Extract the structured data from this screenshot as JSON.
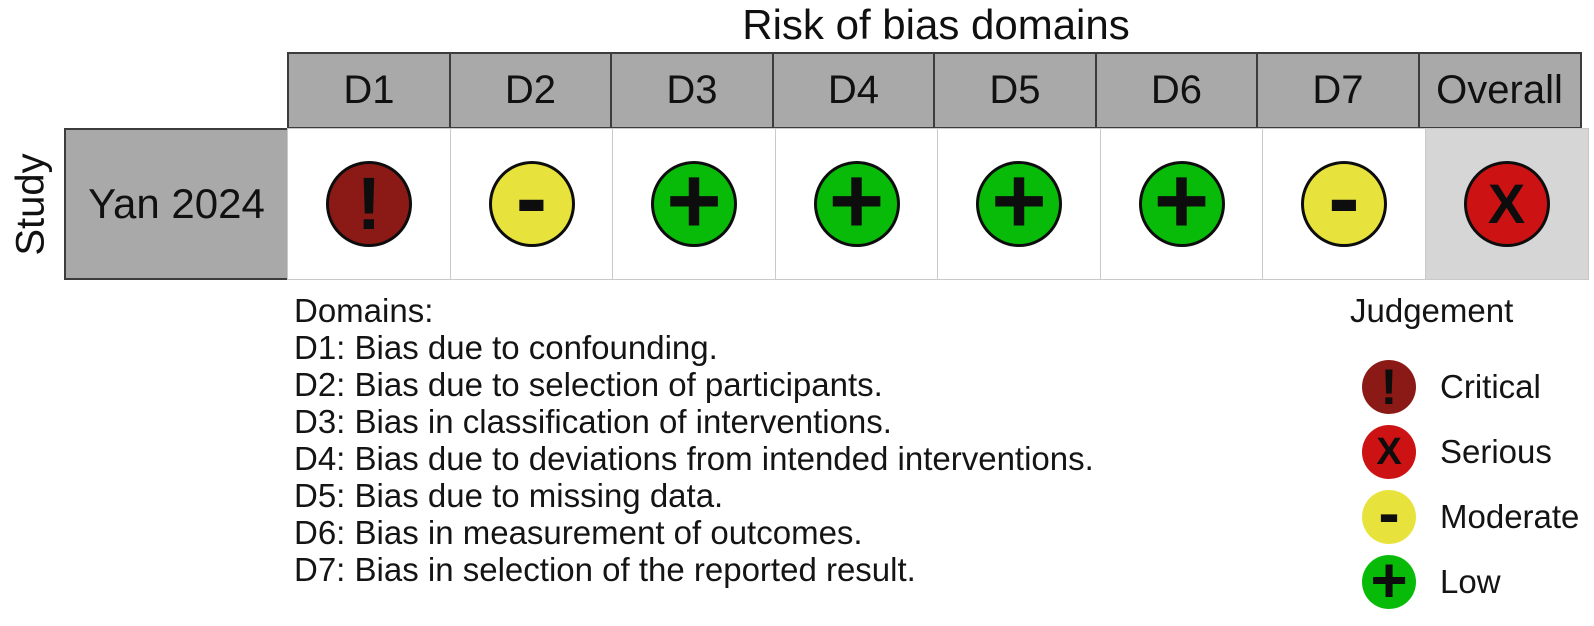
{
  "chart_data": {
    "type": "table",
    "title": "Risk of bias domains",
    "row_axis_label": "Study",
    "columns": [
      "D1",
      "D2",
      "D3",
      "D4",
      "D5",
      "D6",
      "D7",
      "Overall"
    ],
    "rows": [
      {
        "study": "Yan 2024",
        "judgements": [
          {
            "domain": "D1",
            "judgement": "Critical",
            "symbol": "!"
          },
          {
            "domain": "D2",
            "judgement": "Moderate",
            "symbol": "-"
          },
          {
            "domain": "D3",
            "judgement": "Low",
            "symbol": "+"
          },
          {
            "domain": "D4",
            "judgement": "Low",
            "symbol": "+"
          },
          {
            "domain": "D5",
            "judgement": "Low",
            "symbol": "+"
          },
          {
            "domain": "D6",
            "judgement": "Low",
            "symbol": "+"
          },
          {
            "domain": "D7",
            "judgement": "Moderate",
            "symbol": "-"
          },
          {
            "domain": "Overall",
            "judgement": "Serious",
            "symbol": "X"
          }
        ]
      }
    ],
    "domains_note": {
      "heading": "Domains:",
      "items": [
        "D1: Bias due to confounding.",
        "D2: Bias due to selection of participants.",
        "D3: Bias in classification of interventions.",
        "D4: Bias due to deviations from intended interventions.",
        "D5: Bias due to missing data.",
        "D6: Bias in measurement of outcomes.",
        "D7: Bias in selection of the reported result."
      ]
    },
    "legend": {
      "title": "Judgement",
      "items": [
        {
          "label": "Critical",
          "judgement": "Critical",
          "symbol": "!"
        },
        {
          "label": "Serious",
          "judgement": "Serious",
          "symbol": "X"
        },
        {
          "label": "Moderate",
          "judgement": "Moderate",
          "symbol": "-"
        },
        {
          "label": "Low",
          "judgement": "Low",
          "symbol": "+"
        }
      ]
    },
    "judgement_colors": {
      "Critical": "#8b1a17",
      "Serious": "#cc1213",
      "Moderate": "#e7e33c",
      "Low": "#09bb09"
    },
    "cell_colors": {
      "header_bg": "#a9a9a9",
      "study_cell_bg": "#a9a9a9",
      "body_cell_bg": "#ffffff",
      "overall_cell_bg": "#d6d6d6"
    }
  }
}
